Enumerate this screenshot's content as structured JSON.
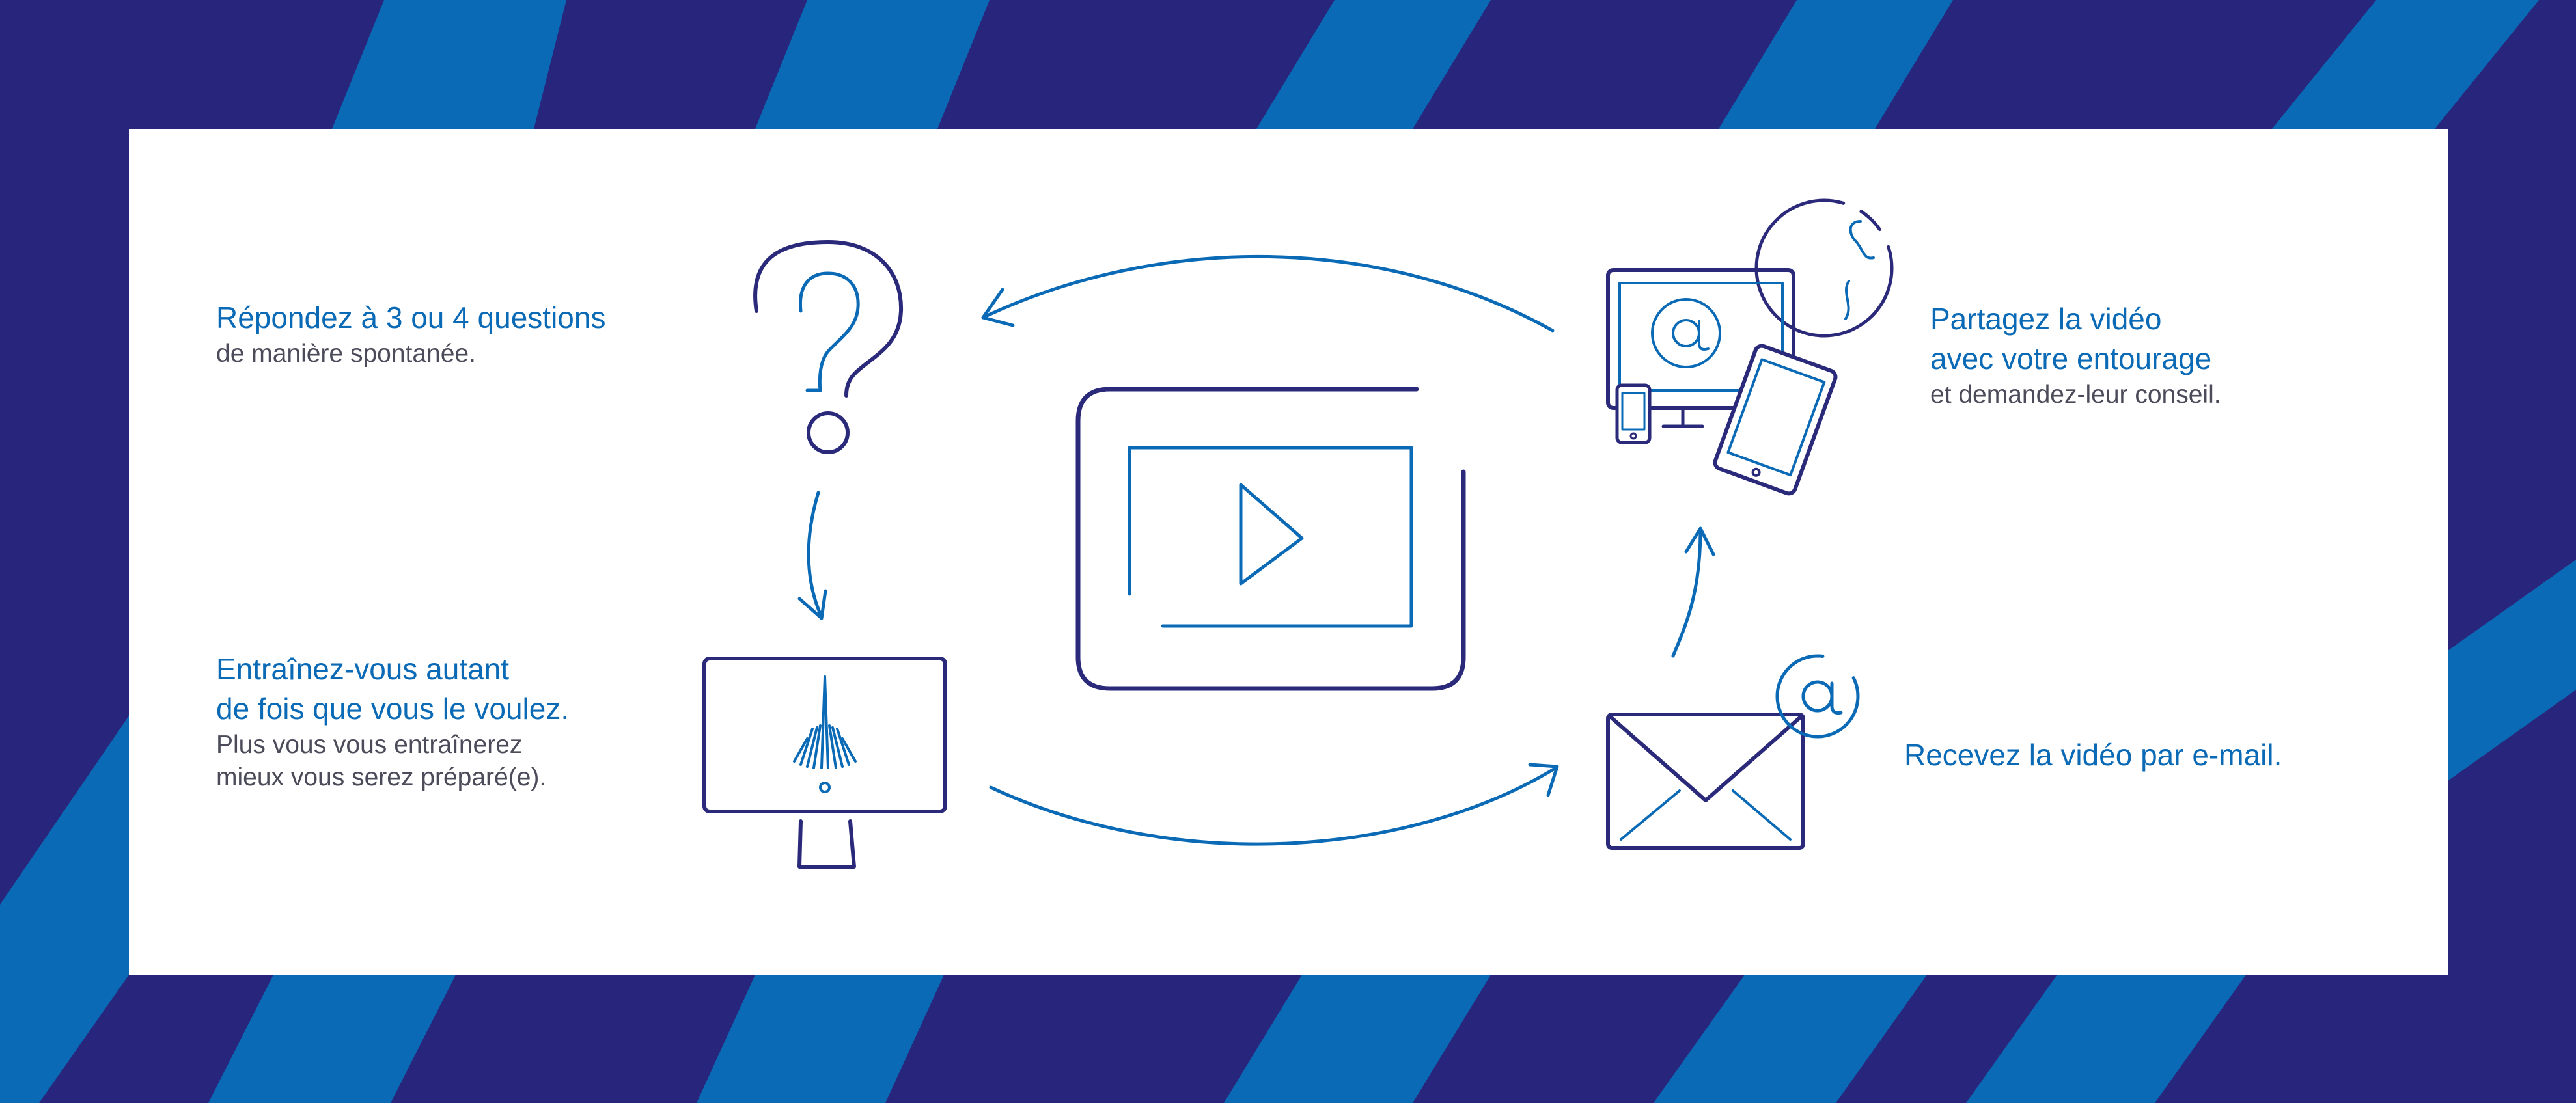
{
  "colors": {
    "background_dark": "#28267c",
    "stripe_blue": "#0a6ab5",
    "panel": "#ffffff",
    "line_navy": "#2b2979",
    "line_blue": "#0a6ab5",
    "text_blue": "#0a6ab5",
    "text_gray": "#4b4b5a"
  },
  "steps": {
    "answer": {
      "title": "Répondez à 3 ou 4 questions",
      "desc": "de manière spontanée.",
      "icon": "question-mark-icon"
    },
    "train": {
      "title": "Entraînez-vous autant\nde fois que vous le voulez.",
      "desc": "Plus vous vous entraînerez\nmieux vous serez préparé(e).",
      "icon": "computer-monitor-icon"
    },
    "share": {
      "title": "Partagez la vidéo\navec votre entourage",
      "desc": "et demandez-leur conseil.",
      "icon": "devices-globe-icon"
    },
    "receive": {
      "title": "Recevez la vidéo par e-mail.",
      "icon": "envelope-email-icon"
    }
  },
  "center": {
    "icon": "video-player-icon"
  },
  "flow": [
    "answer",
    "train",
    "receive",
    "share",
    "answer"
  ]
}
